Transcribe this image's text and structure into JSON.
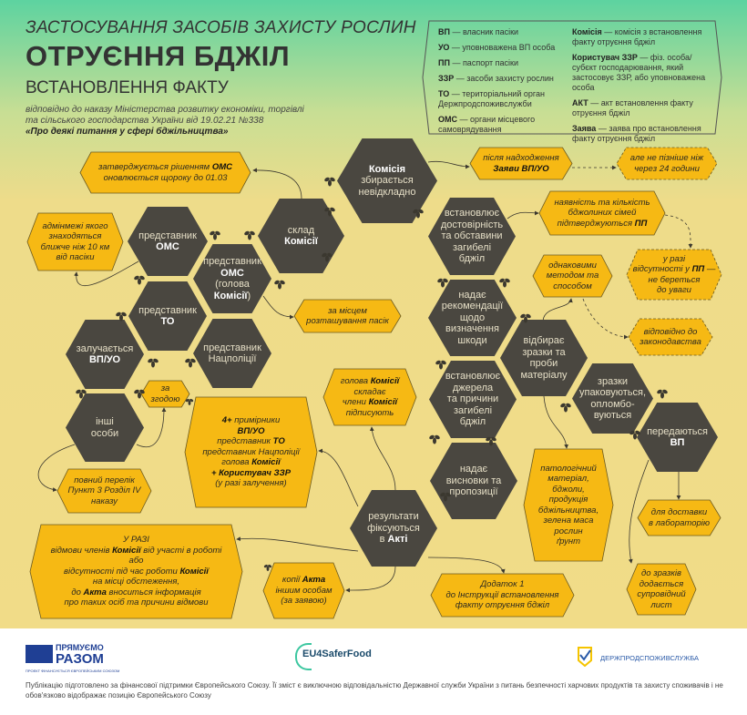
{
  "header": {
    "topic": "ЗАСТОСУВАННЯ ЗАСОБІВ ЗАХИСТУ РОСЛИН",
    "title": "ОТРУЄННЯ БДЖІЛ",
    "subtitle": "ВСТАНОВЛЕННЯ ФАКТУ",
    "basis_line1": "відповідно до наказу Міністерства розвитку економіки, торгівлі",
    "basis_line2": "та сільського господарства України від 19.02.21 №338",
    "basis_line3": "«Про деякі питання у сфері бджільництва»"
  },
  "legend": {
    "left": [
      {
        "abbr": "ВП",
        "def": " — власник пасіки"
      },
      {
        "abbr": "УО",
        "def": " — уповноважена ВП особа"
      },
      {
        "abbr": "ПП",
        "def": " — паспорт пасіки"
      },
      {
        "abbr": "ЗЗР",
        "def": " — засоби захисту рослин"
      },
      {
        "abbr": "ТО",
        "def": " — територіальний орган Держпродспоживслужби"
      },
      {
        "abbr": "ОМС",
        "def": " — органи місцевого самоврядування"
      }
    ],
    "right": [
      {
        "abbr": "Комісія",
        "def": " — комісія з встановлення факту отруєння бджіл"
      },
      {
        "abbr": "Користувач ЗЗР",
        "def": " — фіз. особа/ субєкт господарювання, який застосовує ЗЗР, або уповноважена особа"
      },
      {
        "abbr": "АКТ",
        "def": " — акт встановлення факту отруєння бджіл"
      },
      {
        "abbr": "Заява",
        "def": " — заява про встановлення факту отруєння бджіл"
      }
    ]
  },
  "colors": {
    "hex_dark": "#4a4740",
    "box_yellow": "#f6b914",
    "outline": "#6b5a20"
  },
  "nodes": [
    {
      "id": "komisiia",
      "kind": "dark",
      "lines": [
        [
          {
            "t": "Комісія",
            "b": true
          }
        ],
        [
          {
            "t": "збирається"
          }
        ],
        [
          {
            "t": "невідкладно"
          }
        ]
      ]
    },
    {
      "id": "sklad",
      "kind": "dark",
      "lines": [
        [
          {
            "t": "склад"
          }
        ],
        [
          {
            "t": "Комісії",
            "b": true
          }
        ]
      ]
    },
    {
      "id": "oms",
      "kind": "dark",
      "lines": [
        [
          {
            "t": "представник"
          }
        ],
        [
          {
            "t": "ОМС",
            "b": true
          }
        ]
      ]
    },
    {
      "id": "oms_head",
      "kind": "dark",
      "lines": [
        [
          {
            "t": "представник"
          }
        ],
        [
          {
            "t": "ОМС",
            "b": true
          }
        ],
        [
          {
            "t": "(голова"
          }
        ],
        [
          {
            "t": "Комісії",
            "b": true
          },
          {
            "t": ")"
          }
        ]
      ]
    },
    {
      "id": "to",
      "kind": "dark",
      "lines": [
        [
          {
            "t": "представник"
          }
        ],
        [
          {
            "t": "ТО",
            "b": true
          }
        ]
      ]
    },
    {
      "id": "vp_uo",
      "kind": "dark",
      "lines": [
        [
          {
            "t": "залучається"
          }
        ],
        [
          {
            "t": "ВП/УО",
            "b": true
          }
        ]
      ]
    },
    {
      "id": "police",
      "kind": "dark",
      "lines": [
        [
          {
            "t": "представник"
          }
        ],
        [
          {
            "t": "Нацполіції"
          }
        ]
      ]
    },
    {
      "id": "others",
      "kind": "dark",
      "lines": [
        [
          {
            "t": "інші"
          }
        ],
        [
          {
            "t": "особи"
          }
        ]
      ]
    },
    {
      "id": "establish",
      "kind": "dark",
      "lines": [
        [
          {
            "t": "встановлює"
          }
        ],
        [
          {
            "t": "достовірність"
          }
        ],
        [
          {
            "t": "та обставини"
          }
        ],
        [
          {
            "t": "загибелі"
          }
        ],
        [
          {
            "t": "бджіл"
          }
        ]
      ]
    },
    {
      "id": "recommend",
      "kind": "dark",
      "lines": [
        [
          {
            "t": "надає"
          }
        ],
        [
          {
            "t": "рекомендації"
          }
        ],
        [
          {
            "t": "щодо"
          }
        ],
        [
          {
            "t": "визначення"
          }
        ],
        [
          {
            "t": "шкоди"
          }
        ]
      ]
    },
    {
      "id": "samples",
      "kind": "dark",
      "lines": [
        [
          {
            "t": "відбирає"
          }
        ],
        [
          {
            "t": "зразки та"
          }
        ],
        [
          {
            "t": "проби"
          }
        ],
        [
          {
            "t": "матеріалу"
          }
        ]
      ]
    },
    {
      "id": "sources",
      "kind": "dark",
      "lines": [
        [
          {
            "t": "встановлює"
          }
        ],
        [
          {
            "t": "джерела"
          }
        ],
        [
          {
            "t": "та причини"
          }
        ],
        [
          {
            "t": "загибелі"
          }
        ],
        [
          {
            "t": "бджіл"
          }
        ]
      ]
    },
    {
      "id": "packed",
      "kind": "dark",
      "lines": [
        [
          {
            "t": "зразки"
          }
        ],
        [
          {
            "t": "упаковуються,"
          }
        ],
        [
          {
            "t": "опломбо-"
          }
        ],
        [
          {
            "t": "вуються"
          }
        ]
      ]
    },
    {
      "id": "handed",
      "kind": "dark",
      "lines": [
        [
          {
            "t": "передаються"
          }
        ],
        [
          {
            "t": "ВП",
            "b": true
          }
        ]
      ]
    },
    {
      "id": "conclusions",
      "kind": "dark",
      "lines": [
        [
          {
            "t": "надає"
          }
        ],
        [
          {
            "t": "висновки та"
          }
        ],
        [
          {
            "t": "пропозиції"
          }
        ]
      ]
    },
    {
      "id": "results",
      "kind": "dark",
      "lines": [
        [
          {
            "t": "результати"
          }
        ],
        [
          {
            "t": "фіксуються"
          }
        ],
        [
          {
            "t": "в "
          },
          {
            "t": "Акті",
            "b": true
          }
        ]
      ]
    },
    {
      "id": "approved",
      "kind": "yellow",
      "lines": [
        [
          {
            "t": "затверджується рішенням "
          },
          {
            "t": "ОМС",
            "b": true
          }
        ],
        [
          {
            "t": "оновлюється щороку до 01.03"
          }
        ]
      ]
    },
    {
      "id": "admin",
      "kind": "yellow",
      "lines": [
        [
          {
            "t": "адмінмежі якого"
          }
        ],
        [
          {
            "t": "знаходяться"
          }
        ],
        [
          {
            "t": "ближче ніж 10 км"
          }
        ],
        [
          {
            "t": "від пасіки"
          }
        ]
      ]
    },
    {
      "id": "after",
      "kind": "yellow",
      "lines": [
        [
          {
            "t": "після надходження"
          }
        ],
        [
          {
            "t": "Заяви ВП/УО",
            "b": true
          }
        ]
      ]
    },
    {
      "id": "within24",
      "kind": "dashed",
      "lines": [
        [
          {
            "t": "але не пізніше ніж"
          }
        ],
        [
          {
            "t": "через 24 години"
          }
        ]
      ]
    },
    {
      "id": "pp",
      "kind": "yellow",
      "lines": [
        [
          {
            "t": "наявність та кількість"
          }
        ],
        [
          {
            "t": "бджолиних сімей"
          }
        ],
        [
          {
            "t": "підтверджуються "
          },
          {
            "t": "ПП",
            "b": true
          }
        ]
      ]
    },
    {
      "id": "nopp",
      "kind": "dashed",
      "lines": [
        [
          {
            "t": "у разі"
          }
        ],
        [
          {
            "t": "відсутності у "
          },
          {
            "t": "ПП",
            "b": true
          },
          {
            "t": " —"
          }
        ],
        [
          {
            "t": "не береться"
          }
        ],
        [
          {
            "t": "до уваги"
          }
        ]
      ]
    },
    {
      "id": "method",
      "kind": "yellow",
      "lines": [
        [
          {
            "t": "однаковими"
          }
        ],
        [
          {
            "t": "методом та"
          }
        ],
        [
          {
            "t": "способом"
          }
        ]
      ]
    },
    {
      "id": "law",
      "kind": "dashed",
      "lines": [
        [
          {
            "t": "відповідно до"
          }
        ],
        [
          {
            "t": "законодавства"
          }
        ]
      ]
    },
    {
      "id": "location",
      "kind": "yellow",
      "lines": [
        [
          {
            "t": "за місцем"
          }
        ],
        [
          {
            "t": "розташування пасік"
          }
        ]
      ]
    },
    {
      "id": "consent",
      "kind": "yellow",
      "lines": [
        [
          {
            "t": "за"
          }
        ],
        [
          {
            "t": "згодою"
          }
        ]
      ]
    },
    {
      "id": "copies4",
      "kind": "yellow",
      "lines": [
        [
          {
            "t": "4+",
            "b": true
          },
          {
            "t": " примірники"
          }
        ],
        [
          {
            "icon": "bee-icon"
          }
        ],
        [
          {
            "t": "ВП/УО",
            "b": true
          }
        ],
        [
          {
            "t": "представник "
          },
          {
            "t": "ТО",
            "b": true
          }
        ],
        [
          {
            "t": "представник Нацполіції"
          }
        ],
        [
          {
            "t": "голова "
          },
          {
            "t": "Комісії",
            "b": true
          }
        ],
        [
          {
            "t": "+ Користувач ЗЗР",
            "b": true
          }
        ],
        [
          {
            "t": "(у разі залучення)"
          }
        ]
      ]
    },
    {
      "id": "signs",
      "kind": "yellow",
      "lines": [
        [
          {
            "t": "голова "
          },
          {
            "t": "Комісії",
            "b": true
          }
        ],
        [
          {
            "t": "складає"
          }
        ],
        [
          {
            "t": "члени "
          },
          {
            "t": "Комісії",
            "b": true
          }
        ],
        [
          {
            "t": "підписують"
          }
        ]
      ]
    },
    {
      "id": "fulllist",
      "kind": "yellow",
      "lines": [
        [
          {
            "t": "повний перелік"
          }
        ],
        [
          {
            "t": "Пункт 3 Розділ IV"
          }
        ],
        [
          {
            "t": "наказу"
          }
        ]
      ]
    },
    {
      "id": "refusal",
      "kind": "yellow",
      "lines": [
        [
          {
            "t": "У РАЗІ"
          }
        ],
        [
          {
            "t": "відмови членів "
          },
          {
            "t": "Комісії",
            "b": true
          },
          {
            "t": " від участі в роботі"
          }
        ],
        [
          {
            "t": "або"
          }
        ],
        [
          {
            "t": "відсутності під час роботи "
          },
          {
            "t": "Комісії",
            "b": true
          }
        ],
        [
          {
            "t": "на місці обстеження,"
          }
        ],
        [
          {
            "t": "до "
          },
          {
            "t": "Акта",
            "b": true
          },
          {
            "t": " вноситься інформація"
          }
        ],
        [
          {
            "t": "про таких осіб та причини відмови"
          }
        ]
      ]
    },
    {
      "id": "actcopies",
      "kind": "yellow",
      "lines": [
        [
          {
            "t": "копії "
          },
          {
            "t": "Акта",
            "b": true
          }
        ],
        [
          {
            "icon": "bee-icon"
          }
        ],
        [
          {
            "t": "іншим особам"
          }
        ],
        [
          {
            "t": "(за заявою)"
          }
        ]
      ]
    },
    {
      "id": "material",
      "kind": "yellow",
      "lines": [
        [
          {
            "t": "патологічний"
          }
        ],
        [
          {
            "t": "матеріал,"
          }
        ],
        [
          {
            "t": "бджоли,"
          }
        ],
        [
          {
            "t": "продукція"
          }
        ],
        [
          {
            "t": "бджільництва,"
          }
        ],
        [
          {
            "t": "зелена маса"
          }
        ],
        [
          {
            "t": "рослин"
          }
        ],
        [
          {
            "t": "ґрунт"
          }
        ]
      ]
    },
    {
      "id": "delivery",
      "kind": "yellow",
      "lines": [
        [
          {
            "t": "для доставки"
          }
        ],
        [
          {
            "t": "в лабораторію"
          }
        ]
      ]
    },
    {
      "id": "annex",
      "kind": "yellow",
      "lines": [
        [
          {
            "t": "Додаток 1"
          }
        ],
        [
          {
            "t": "до Інструкції встановлення"
          }
        ],
        [
          {
            "t": "факту отруєння бджіл"
          }
        ]
      ]
    },
    {
      "id": "cover",
      "kind": "yellow",
      "lines": [
        [
          {
            "t": "до зразків"
          }
        ],
        [
          {
            "t": "додається"
          }
        ],
        [
          {
            "t": "супровідний"
          }
        ],
        [
          {
            "t": "лист"
          }
        ]
      ]
    }
  ],
  "footer": {
    "logo1_line1": "ПРЯМУЄМО",
    "logo1_line2": "РАЗОМ",
    "logo1_small": "ПРОЕКТ ФІНАНСУЄТЬСЯ ЄВРОПЕЙСЬКИМ СОЮЗОМ",
    "logo2": "EU4SaferFood",
    "logo3": "ДЕРЖПРОДСПОЖИВСЛУЖБА",
    "disclaimer": "Публікацію підготовлено за фінансової підтримки Європейського Союзу. Її зміст є виключною відповідальністю Державної служби України з питань безпечності харчових продуктів та захисту споживачів і не обов'язково відображає позицію Європейського Союзу"
  }
}
